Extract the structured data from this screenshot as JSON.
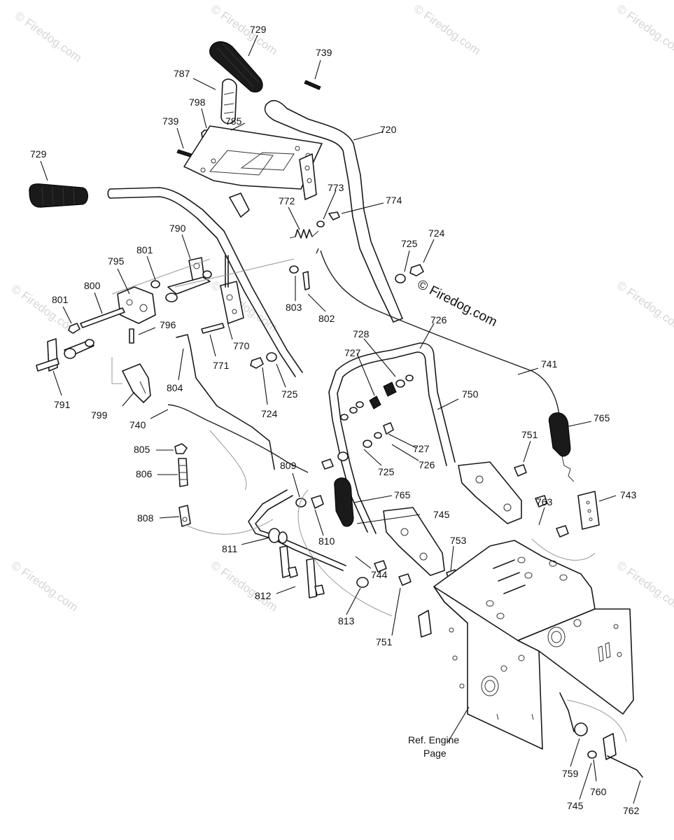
{
  "copyright_text": "© Firedog.com",
  "watermark_text": "© Firedog.com",
  "reference_note": [
    "Ref. Engine",
    "Page"
  ],
  "callouts": [
    {
      "id": "c729a",
      "label": "729"
    },
    {
      "id": "c739a",
      "label": "739"
    },
    {
      "id": "c787",
      "label": "787"
    },
    {
      "id": "c798",
      "label": "798"
    },
    {
      "id": "c785",
      "label": "785"
    },
    {
      "id": "c739b",
      "label": "739"
    },
    {
      "id": "c720",
      "label": "720"
    },
    {
      "id": "c729b",
      "label": "729"
    },
    {
      "id": "c773",
      "label": "773"
    },
    {
      "id": "c772",
      "label": "772"
    },
    {
      "id": "c774",
      "label": "774"
    },
    {
      "id": "c790",
      "label": "790"
    },
    {
      "id": "c724a",
      "label": "724"
    },
    {
      "id": "c725a",
      "label": "725"
    },
    {
      "id": "c801a",
      "label": "801"
    },
    {
      "id": "c795",
      "label": "795"
    },
    {
      "id": "c800",
      "label": "800"
    },
    {
      "id": "c801b",
      "label": "801"
    },
    {
      "id": "c803",
      "label": "803"
    },
    {
      "id": "c802",
      "label": "802"
    },
    {
      "id": "c726a",
      "label": "726"
    },
    {
      "id": "c796",
      "label": "796"
    },
    {
      "id": "c728",
      "label": "728"
    },
    {
      "id": "c770",
      "label": "770"
    },
    {
      "id": "c727a",
      "label": "727"
    },
    {
      "id": "c771",
      "label": "771"
    },
    {
      "id": "c741",
      "label": "741"
    },
    {
      "id": "c791",
      "label": "791"
    },
    {
      "id": "c725b",
      "label": "725"
    },
    {
      "id": "c804",
      "label": "804"
    },
    {
      "id": "c750",
      "label": "750"
    },
    {
      "id": "c799",
      "label": "799"
    },
    {
      "id": "c724b",
      "label": "724"
    },
    {
      "id": "c765a",
      "label": "765"
    },
    {
      "id": "c740",
      "label": "740"
    },
    {
      "id": "c751a",
      "label": "751"
    },
    {
      "id": "c727b",
      "label": "727"
    },
    {
      "id": "c805",
      "label": "805"
    },
    {
      "id": "c725c",
      "label": "725"
    },
    {
      "id": "c726b",
      "label": "726"
    },
    {
      "id": "c806",
      "label": "806"
    },
    {
      "id": "c809",
      "label": "809"
    },
    {
      "id": "c743",
      "label": "743"
    },
    {
      "id": "c765b",
      "label": "765"
    },
    {
      "id": "c763",
      "label": "763"
    },
    {
      "id": "c745a",
      "label": "745"
    },
    {
      "id": "c808",
      "label": "808"
    },
    {
      "id": "c810",
      "label": "810"
    },
    {
      "id": "c753",
      "label": "753"
    },
    {
      "id": "c811",
      "label": "811"
    },
    {
      "id": "c744",
      "label": "744"
    },
    {
      "id": "c812",
      "label": "812"
    },
    {
      "id": "c813",
      "label": "813"
    },
    {
      "id": "c751b",
      "label": "751"
    },
    {
      "id": "c759",
      "label": "759"
    },
    {
      "id": "c760",
      "label": "760"
    },
    {
      "id": "c745b",
      "label": "745"
    },
    {
      "id": "c762",
      "label": "762"
    }
  ]
}
